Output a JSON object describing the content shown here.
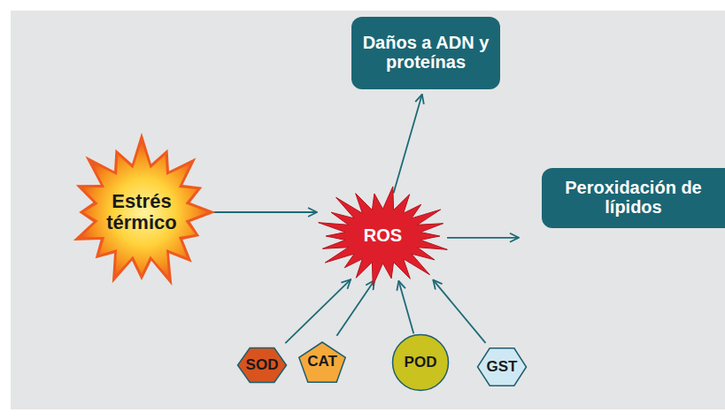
{
  "diagram": {
    "nodes": [
      {
        "text": [
          "Daños a ADN y proteínas"
        ]
      },
      {
        "text": [
          "Estrés térmico"
        ]
      },
      {
        "text": [
          "ROS"
        ]
      },
      {
        "text": [
          "Peroxidación de lípidos"
        ]
      },
      {
        "text": [
          "SOD"
        ]
      },
      {
        "text": [
          "CAT"
        ]
      },
      {
        "text": [
          "POD"
        ]
      },
      {
        "text": [
          "GST"
        ]
      }
    ],
    "edges": [
      {
        "from": 1,
        "to": 2,
        "arrow": "to"
      },
      {
        "from": 2,
        "to": 0,
        "arrow": "to"
      },
      {
        "from": 2,
        "to": 3,
        "arrow": "to"
      },
      {
        "from": 4,
        "to": 2,
        "arrow": "to"
      },
      {
        "from": 5,
        "to": 2,
        "arrow": "to"
      },
      {
        "from": 6,
        "to": 2,
        "arrow": "to"
      },
      {
        "from": 7,
        "to": 2,
        "arrow": "to"
      }
    ]
  }
}
